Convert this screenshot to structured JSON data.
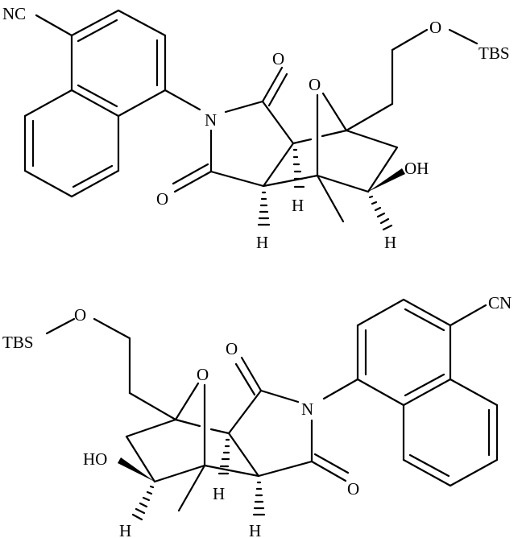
{
  "figure": {
    "description": "Two enantiomeric structures: 4-(oxa-bridged tricyclic imide)-1-naphthalenecarbonitrile with TBS-protected hydroxyethyl side chain",
    "colors": {
      "ink": "#000000",
      "background": "#ffffff"
    }
  },
  "molecules": [
    {
      "id": "top",
      "labels": {
        "nitrile": "NC",
        "imide_n": "N",
        "carbonyl_o_upper": "O",
        "carbonyl_o_lower": "O",
        "bridge_o": "O",
        "ether_o": "O",
        "protecting_group": "TBS",
        "hydroxyl": "OH",
        "h_ring_junction_1": "H",
        "h_ring_junction_2": "H",
        "h_carbinol": "H"
      }
    },
    {
      "id": "bottom",
      "labels": {
        "nitrile": "CN",
        "imide_n": "N",
        "carbonyl_o_upper": "O",
        "carbonyl_o_lower": "O",
        "bridge_o": "O",
        "ether_o": "O",
        "protecting_group": "TBS",
        "hydroxyl": "HO",
        "h_ring_junction_1": "H",
        "h_ring_junction_2": "H",
        "h_carbinol": "H"
      }
    }
  ]
}
